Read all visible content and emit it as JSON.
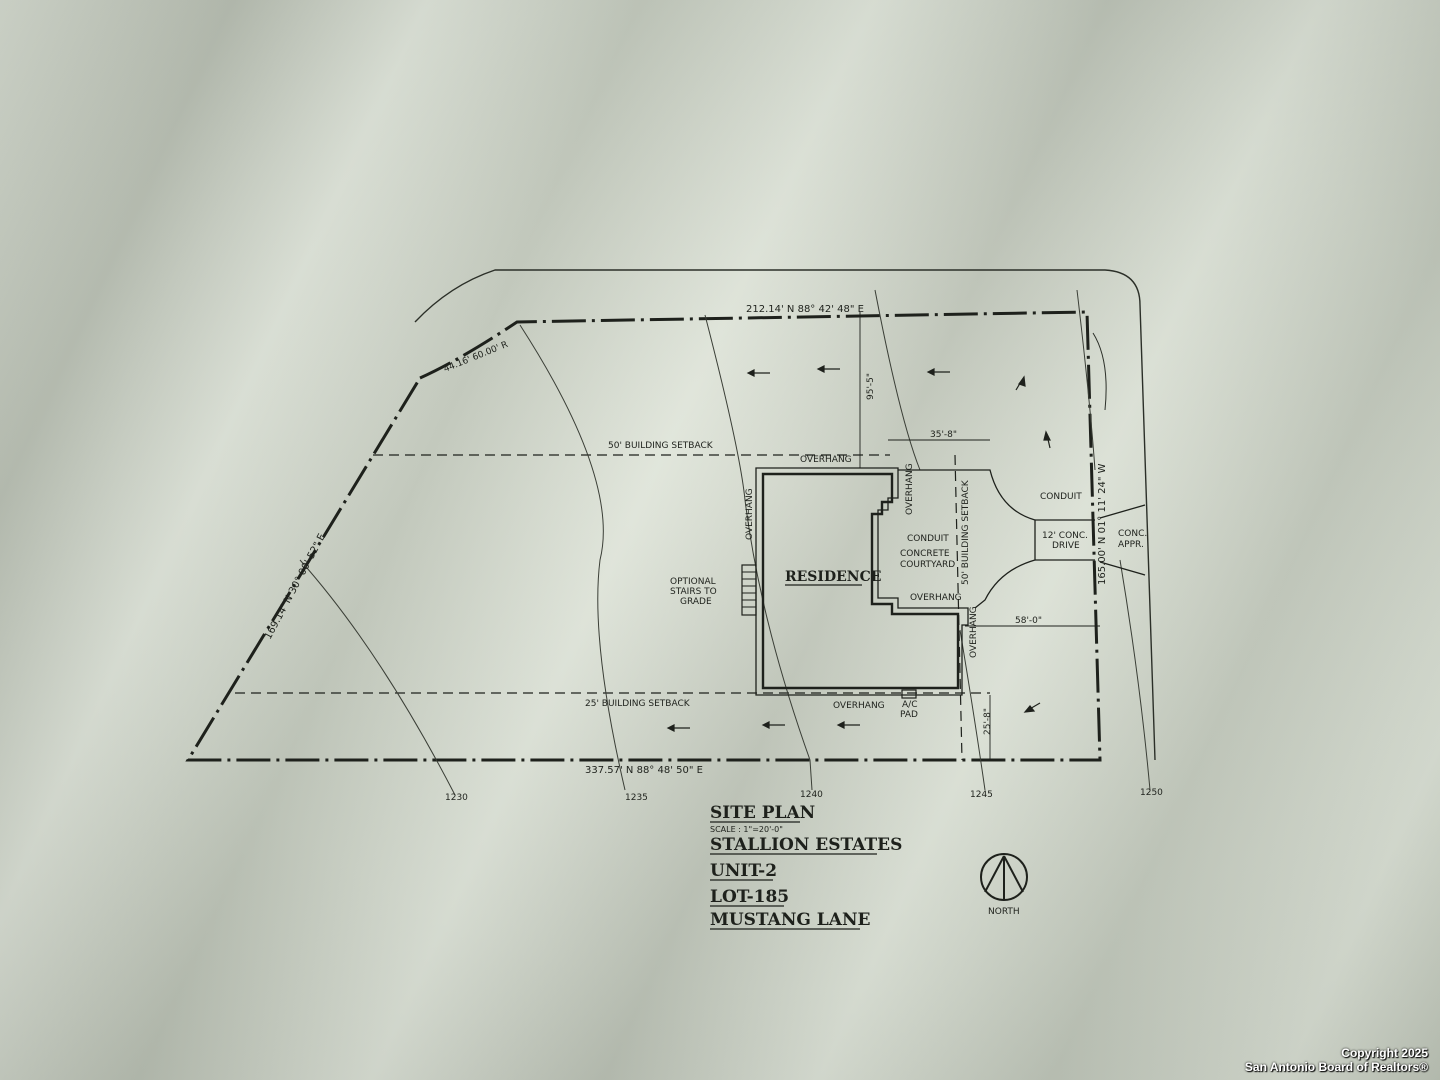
{
  "colors": {
    "paper": "#c9d0c3",
    "ink": "#1e211c"
  },
  "boundary": {
    "north": "212.14'  N 88° 42' 48\" E",
    "south": "337.57'  N 88° 48' 50\" E",
    "west": "169.14'  N 30° 00' 52\" E",
    "east": "165.00'  N 01° 11' 24\" W",
    "curve": "44.16'  60.00' R"
  },
  "setbacks": {
    "front": "50' BUILDING SETBACK",
    "rear": "25' BUILDING SETBACK",
    "side": "50' BUILDING SETBACK"
  },
  "labels": {
    "residence": "RESIDENCE",
    "overhang": "OVERHANG",
    "conduit": "CONDUIT",
    "courtyard1": "CONCRETE",
    "courtyard2": "COURTYARD",
    "stairs1": "OPTIONAL",
    "stairs2": "STAIRS TO",
    "stairs3": "GRADE",
    "drive1": "12' CONC.",
    "drive2": "DRIVE",
    "appr1": "CONC.",
    "appr2": "APPR.",
    "ac1": "A/C",
    "ac2": "PAD",
    "dim_top": "35'-8\"",
    "dim_right": "58'-0\"",
    "dim_north": "95'-5\"",
    "dim_bottom": "25'-8\""
  },
  "contours": [
    "1230",
    "1235",
    "1240",
    "1245",
    "1250"
  ],
  "title_block": {
    "title": "SITE PLAN",
    "scale": "SCALE : 1\"=20'-0\"",
    "subdivision": "STALLION ESTATES",
    "unit": "UNIT-2",
    "lot": "LOT-185",
    "street": "MUSTANG LANE"
  },
  "north_arrow": {
    "label": "NORTH"
  },
  "copyright": {
    "line1": "Copyright 2025",
    "line2": "San Antonio Board of Realtors®"
  }
}
